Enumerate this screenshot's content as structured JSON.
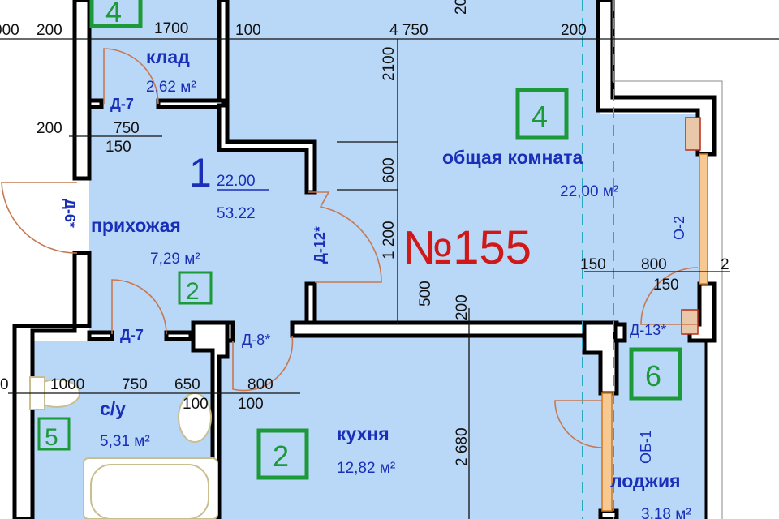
{
  "plan": {
    "apartment_number": "№155",
    "apartment_index": "1",
    "living_area": "22.00",
    "total_area": "53.22",
    "colors": {
      "room_fill": "#b9d7f7",
      "wall": "#000000",
      "label": "#1a2fb8",
      "room_code": "#1c9a3a",
      "apartment_number": "#d01818"
    },
    "rooms": [
      {
        "name": "клад",
        "area": "2,62 м²",
        "code": "4"
      },
      {
        "name": "прихожая",
        "area": "7,29 м²",
        "code": "2"
      },
      {
        "name": "общая комната",
        "area": "22,00 м²",
        "code": "4"
      },
      {
        "name": "с/у",
        "area": "5,31 м²",
        "code": "5"
      },
      {
        "name": "кухня",
        "area": "12,82 м²",
        "code": "2"
      },
      {
        "name": "лоджия",
        "area": "3,18 м²",
        "code": "6"
      }
    ],
    "top_code": "4",
    "doors": [
      "Д-7",
      "Д-6*",
      "Д-12*",
      "Д-7",
      "Д-8*",
      "Д-13*"
    ],
    "windows": [
      "О-2",
      "ОБ-1"
    ],
    "dimensions": {
      "top": [
        "000",
        "200",
        "1700",
        "100",
        "4 750",
        "200"
      ],
      "top_vertical": [
        "2100",
        "20"
      ],
      "klad": [
        "200",
        "750",
        "150"
      ],
      "living_vertical": [
        "600",
        "1 200",
        "500",
        "200",
        "2 680"
      ],
      "loggia": [
        "150",
        "800",
        "150",
        "2"
      ],
      "bath": [
        "0",
        "1000",
        "750",
        "650",
        "800",
        "100",
        "100"
      ]
    }
  }
}
